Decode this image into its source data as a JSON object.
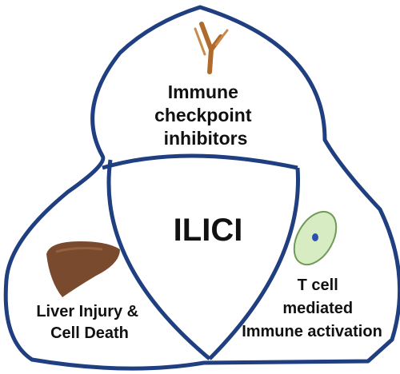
{
  "title": "ILICI",
  "circles": [
    {
      "id": "top",
      "lines": [
        "Immune",
        "checkpoint",
        "inhibitors"
      ]
    },
    {
      "id": "bottom-left",
      "lines": [
        "Liver Injury &",
        "Cell Death"
      ]
    },
    {
      "id": "bottom-right",
      "lines": [
        "T cell",
        "mediated",
        "Immune activation"
      ]
    }
  ],
  "icons": {
    "top": "antibody-icon",
    "bottom-left": "liver-icon",
    "bottom-right": "t-cell-icon"
  },
  "colors": {
    "outline": "#1f3f80",
    "text": "#111111",
    "antibody": "#b06a2b",
    "liver": "#7a4a2e",
    "cell_fill": "#d8ecc4",
    "cell_stroke": "#6e9a58",
    "nucleus": "#2d4fb0"
  }
}
